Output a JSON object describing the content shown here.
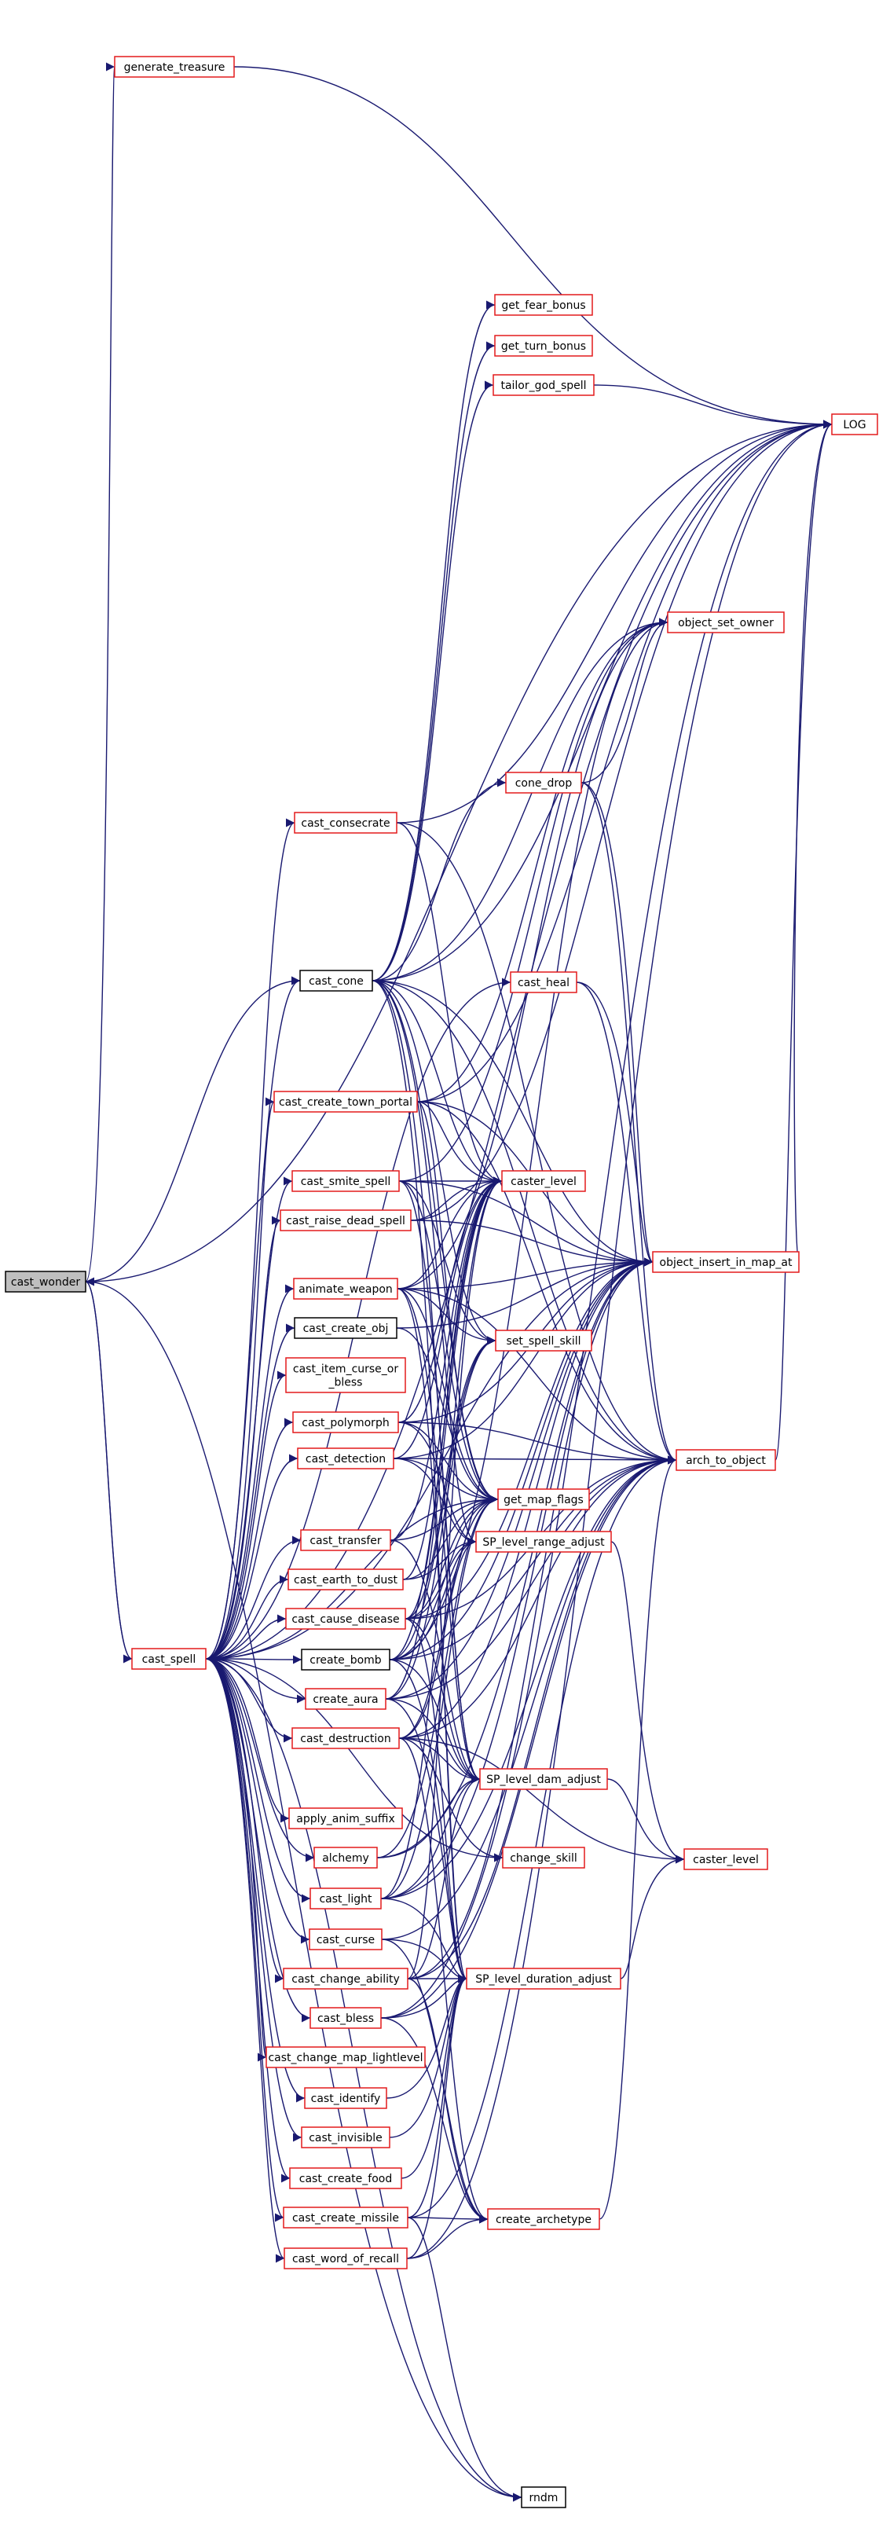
{
  "graph": {
    "root": "n_cast_wonder",
    "nodes": [
      {
        "id": "n_cast_wonder",
        "label": "cast_wonder",
        "style": "gray"
      },
      {
        "id": "n_generate_treasure",
        "label": "generate_treasure",
        "style": "red"
      },
      {
        "id": "n_LOG",
        "label": "LOG",
        "style": "red"
      },
      {
        "id": "n_cast_spell",
        "label": "cast_spell",
        "style": "red"
      },
      {
        "id": "n_cast_cone",
        "label": "cast_cone",
        "style": "black"
      },
      {
        "id": "n_rndm",
        "label": "rndm",
        "style": "black"
      },
      {
        "id": "n_get_fear_bonus",
        "label": "get_fear_bonus",
        "style": "red"
      },
      {
        "id": "n_get_turn_bonus",
        "label": "get_turn_bonus",
        "style": "red"
      },
      {
        "id": "n_tailor_god_spell",
        "label": "tailor_god_spell",
        "style": "red"
      },
      {
        "id": "n_object_set_owner",
        "label": "object_set_owner",
        "style": "red"
      },
      {
        "id": "n_cone_drop",
        "label": "cone_drop",
        "style": "red"
      },
      {
        "id": "n_cast_consecrate",
        "label": "cast_consecrate",
        "style": "red"
      },
      {
        "id": "n_cast_heal",
        "label": "cast_heal",
        "style": "red"
      },
      {
        "id": "n_cast_create_town_portal",
        "label": "cast_create_town_portal",
        "style": "red"
      },
      {
        "id": "n_cast_smite_spell",
        "label": "cast_smite_spell",
        "style": "red"
      },
      {
        "id": "n_caster_level_1",
        "label": "caster_level",
        "style": "red"
      },
      {
        "id": "n_cast_raise_dead_spell",
        "label": "cast_raise_dead_spell",
        "style": "red"
      },
      {
        "id": "n_object_insert_in_map_at",
        "label": "object_insert_in_map_at",
        "style": "red"
      },
      {
        "id": "n_animate_weapon",
        "label": "animate_weapon",
        "style": "red"
      },
      {
        "id": "n_cast_create_obj",
        "label": "cast_create_obj",
        "style": "black"
      },
      {
        "id": "n_set_spell_skill",
        "label": "set_spell_skill",
        "style": "red"
      },
      {
        "id": "n_cast_item_curse_or_bless",
        "label": "cast_item_curse_or\n_bless",
        "style": "red"
      },
      {
        "id": "n_cast_polymorph",
        "label": "cast_polymorph",
        "style": "red"
      },
      {
        "id": "n_cast_detection",
        "label": "cast_detection",
        "style": "red"
      },
      {
        "id": "n_arch_to_object",
        "label": "arch_to_object",
        "style": "red"
      },
      {
        "id": "n_get_map_flags",
        "label": "get_map_flags",
        "style": "red"
      },
      {
        "id": "n_cast_transfer",
        "label": "cast_transfer",
        "style": "red"
      },
      {
        "id": "n_SP_level_range_adjust",
        "label": "SP_level_range_adjust",
        "style": "red"
      },
      {
        "id": "n_cast_earth_to_dust",
        "label": "cast_earth_to_dust",
        "style": "red"
      },
      {
        "id": "n_cast_cause_disease",
        "label": "cast_cause_disease",
        "style": "red"
      },
      {
        "id": "n_create_bomb",
        "label": "create_bomb",
        "style": "black"
      },
      {
        "id": "n_create_aura",
        "label": "create_aura",
        "style": "red"
      },
      {
        "id": "n_cast_destruction",
        "label": "cast_destruction",
        "style": "red"
      },
      {
        "id": "n_SP_level_dam_adjust",
        "label": "SP_level_dam_adjust",
        "style": "red"
      },
      {
        "id": "n_apply_anim_suffix",
        "label": "apply_anim_suffix",
        "style": "red"
      },
      {
        "id": "n_change_skill",
        "label": "change_skill",
        "style": "red"
      },
      {
        "id": "n_caster_level_2",
        "label": "caster_level",
        "style": "red"
      },
      {
        "id": "n_alchemy",
        "label": "alchemy",
        "style": "red"
      },
      {
        "id": "n_cast_light",
        "label": "cast_light",
        "style": "red"
      },
      {
        "id": "n_cast_curse",
        "label": "cast_curse",
        "style": "red"
      },
      {
        "id": "n_cast_change_ability",
        "label": "cast_change_ability",
        "style": "red"
      },
      {
        "id": "n_SP_level_duration_adjust",
        "label": "SP_level_duration_adjust",
        "style": "red"
      },
      {
        "id": "n_cast_bless",
        "label": "cast_bless",
        "style": "red"
      },
      {
        "id": "n_cast_change_map_lightlevel",
        "label": "cast_change_map_lightlevel",
        "style": "red"
      },
      {
        "id": "n_cast_identify",
        "label": "cast_identify",
        "style": "red"
      },
      {
        "id": "n_cast_invisible",
        "label": "cast_invisible",
        "style": "red"
      },
      {
        "id": "n_cast_create_food",
        "label": "cast_create_food",
        "style": "red"
      },
      {
        "id": "n_cast_create_missile",
        "label": "cast_create_missile",
        "style": "red"
      },
      {
        "id": "n_create_archetype",
        "label": "create_archetype",
        "style": "red"
      },
      {
        "id": "n_cast_word_of_recall",
        "label": "cast_word_of_recall",
        "style": "red"
      }
    ],
    "edges": [
      [
        "n_cast_wonder",
        "n_generate_treasure"
      ],
      [
        "n_cast_wonder",
        "n_LOG"
      ],
      [
        "n_cast_wonder",
        "n_cast_spell"
      ],
      [
        "n_cast_wonder",
        "n_cast_cone"
      ],
      [
        "n_cast_wonder",
        "n_rndm"
      ],
      [
        "n_generate_treasure",
        "n_LOG"
      ],
      [
        "n_cast_spell",
        "n_cast_wonder"
      ],
      [
        "n_cast_spell",
        "n_LOG"
      ],
      [
        "n_cast_spell",
        "n_rndm"
      ],
      [
        "n_cast_spell",
        "n_cast_consecrate"
      ],
      [
        "n_cast_spell",
        "n_cast_cone"
      ],
      [
        "n_cast_spell",
        "n_cast_heal"
      ],
      [
        "n_cast_spell",
        "n_cast_create_town_portal"
      ],
      [
        "n_cast_spell",
        "n_cast_smite_spell"
      ],
      [
        "n_cast_spell",
        "n_cast_raise_dead_spell"
      ],
      [
        "n_cast_spell",
        "n_animate_weapon"
      ],
      [
        "n_cast_spell",
        "n_cast_create_obj"
      ],
      [
        "n_cast_spell",
        "n_cast_item_curse_or_bless"
      ],
      [
        "n_cast_spell",
        "n_cast_polymorph"
      ],
      [
        "n_cast_spell",
        "n_cast_detection"
      ],
      [
        "n_cast_spell",
        "n_cast_transfer"
      ],
      [
        "n_cast_spell",
        "n_cast_earth_to_dust"
      ],
      [
        "n_cast_spell",
        "n_cast_cause_disease"
      ],
      [
        "n_cast_spell",
        "n_create_bomb"
      ],
      [
        "n_cast_spell",
        "n_create_aura"
      ],
      [
        "n_cast_spell",
        "n_cast_destruction"
      ],
      [
        "n_cast_spell",
        "n_apply_anim_suffix"
      ],
      [
        "n_cast_spell",
        "n_alchemy"
      ],
      [
        "n_cast_spell",
        "n_cast_light"
      ],
      [
        "n_cast_spell",
        "n_cast_curse"
      ],
      [
        "n_cast_spell",
        "n_cast_change_ability"
      ],
      [
        "n_cast_spell",
        "n_cast_bless"
      ],
      [
        "n_cast_spell",
        "n_cast_change_map_lightlevel"
      ],
      [
        "n_cast_spell",
        "n_cast_identify"
      ],
      [
        "n_cast_spell",
        "n_cast_invisible"
      ],
      [
        "n_cast_spell",
        "n_cast_create_food"
      ],
      [
        "n_cast_spell",
        "n_cast_create_missile"
      ],
      [
        "n_cast_spell",
        "n_cast_word_of_recall"
      ],
      [
        "n_cast_spell",
        "n_get_map_flags"
      ],
      [
        "n_cast_spell",
        "n_change_skill"
      ],
      [
        "n_cast_spell",
        "n_object_insert_in_map_at"
      ],
      [
        "n_cast_cone",
        "n_LOG"
      ],
      [
        "n_cast_cone",
        "n_get_fear_bonus"
      ],
      [
        "n_cast_cone",
        "n_get_turn_bonus"
      ],
      [
        "n_cast_cone",
        "n_tailor_god_spell"
      ],
      [
        "n_cast_cone",
        "n_object_set_owner"
      ],
      [
        "n_cast_cone",
        "n_cone_drop"
      ],
      [
        "n_cast_cone",
        "n_caster_level_1"
      ],
      [
        "n_cast_cone",
        "n_object_insert_in_map_at"
      ],
      [
        "n_cast_cone",
        "n_arch_to_object"
      ],
      [
        "n_cast_cone",
        "n_get_map_flags"
      ],
      [
        "n_cast_cone",
        "n_SP_level_range_adjust"
      ],
      [
        "n_cast_cone",
        "n_SP_level_dam_adjust"
      ],
      [
        "n_cast_cone",
        "n_SP_level_duration_adjust"
      ],
      [
        "n_cast_cone",
        "n_set_spell_skill"
      ],
      [
        "n_tailor_god_spell",
        "n_LOG"
      ],
      [
        "n_cone_drop",
        "n_object_set_owner"
      ],
      [
        "n_cone_drop",
        "n_object_insert_in_map_at"
      ],
      [
        "n_cone_drop",
        "n_arch_to_object"
      ],
      [
        "n_cast_consecrate",
        "n_LOG"
      ],
      [
        "n_cast_consecrate",
        "n_caster_level_1"
      ],
      [
        "n_cast_consecrate",
        "n_arch_to_object"
      ],
      [
        "n_cast_heal",
        "n_arch_to_object"
      ],
      [
        "n_cast_heal",
        "n_object_insert_in_map_at"
      ],
      [
        "n_cast_create_town_portal",
        "n_LOG"
      ],
      [
        "n_cast_create_town_portal",
        "n_object_set_owner"
      ],
      [
        "n_cast_create_town_portal",
        "n_caster_level_1"
      ],
      [
        "n_cast_create_town_portal",
        "n_object_insert_in_map_at"
      ],
      [
        "n_cast_create_town_portal",
        "n_arch_to_object"
      ],
      [
        "n_cast_create_town_portal",
        "n_get_map_flags"
      ],
      [
        "n_cast_smite_spell",
        "n_object_set_owner"
      ],
      [
        "n_cast_smite_spell",
        "n_caster_level_1"
      ],
      [
        "n_cast_smite_spell",
        "n_object_insert_in_map_at"
      ],
      [
        "n_cast_smite_spell",
        "n_set_spell_skill"
      ],
      [
        "n_cast_smite_spell",
        "n_SP_level_dam_adjust"
      ],
      [
        "n_cast_smite_spell",
        "n_get_map_flags"
      ],
      [
        "n_cast_raise_dead_spell",
        "n_caster_level_1"
      ],
      [
        "n_cast_raise_dead_spell",
        "n_object_insert_in_map_at"
      ],
      [
        "n_cast_raise_dead_spell",
        "n_LOG"
      ],
      [
        "n_animate_weapon",
        "n_object_set_owner"
      ],
      [
        "n_animate_weapon",
        "n_caster_level_1"
      ],
      [
        "n_animate_weapon",
        "n_object_insert_in_map_at"
      ],
      [
        "n_animate_weapon",
        "n_set_spell_skill"
      ],
      [
        "n_animate_weapon",
        "n_arch_to_object"
      ],
      [
        "n_animate_weapon",
        "n_get_map_flags"
      ],
      [
        "n_animate_weapon",
        "n_SP_level_dam_adjust"
      ],
      [
        "n_animate_weapon",
        "n_SP_level_duration_adjust"
      ],
      [
        "n_cast_create_obj",
        "n_object_insert_in_map_at"
      ],
      [
        "n_cast_create_obj",
        "n_get_map_flags"
      ],
      [
        "n_cast_polymorph",
        "n_caster_level_1"
      ],
      [
        "n_cast_polymorph",
        "n_object_insert_in_map_at"
      ],
      [
        "n_cast_polymorph",
        "n_arch_to_object"
      ],
      [
        "n_cast_polymorph",
        "n_get_map_flags"
      ],
      [
        "n_cast_polymorph",
        "n_SP_level_range_adjust"
      ],
      [
        "n_cast_detection",
        "n_caster_level_1"
      ],
      [
        "n_cast_detection",
        "n_object_insert_in_map_at"
      ],
      [
        "n_cast_detection",
        "n_arch_to_object"
      ],
      [
        "n_cast_detection",
        "n_get_map_flags"
      ],
      [
        "n_cast_detection",
        "n_SP_level_range_adjust"
      ],
      [
        "n_cast_transfer",
        "n_get_map_flags"
      ],
      [
        "n_cast_transfer",
        "n_caster_level_1"
      ],
      [
        "n_cast_transfer",
        "n_SP_level_dam_adjust"
      ],
      [
        "n_cast_earth_to_dust",
        "n_get_map_flags"
      ],
      [
        "n_cast_earth_to_dust",
        "n_SP_level_range_adjust"
      ],
      [
        "n_cast_earth_to_dust",
        "n_caster_level_1"
      ],
      [
        "n_cast_cause_disease",
        "n_get_map_flags"
      ],
      [
        "n_cast_cause_disease",
        "n_SP_level_range_adjust"
      ],
      [
        "n_cast_cause_disease",
        "n_SP_level_dam_adjust"
      ],
      [
        "n_cast_cause_disease",
        "n_SP_level_duration_adjust"
      ],
      [
        "n_cast_cause_disease",
        "n_caster_level_1"
      ],
      [
        "n_cast_cause_disease",
        "n_object_insert_in_map_at"
      ],
      [
        "n_cast_cause_disease",
        "n_arch_to_object"
      ],
      [
        "n_cast_cause_disease",
        "n_set_spell_skill"
      ],
      [
        "n_create_bomb",
        "n_object_set_owner"
      ],
      [
        "n_create_bomb",
        "n_object_insert_in_map_at"
      ],
      [
        "n_create_bomb",
        "n_arch_to_object"
      ],
      [
        "n_create_bomb",
        "n_get_map_flags"
      ],
      [
        "n_create_bomb",
        "n_SP_level_range_adjust"
      ],
      [
        "n_create_bomb",
        "n_SP_level_dam_adjust"
      ],
      [
        "n_create_bomb",
        "n_SP_level_duration_adjust"
      ],
      [
        "n_create_bomb",
        "n_caster_level_1"
      ],
      [
        "n_create_bomb",
        "n_set_spell_skill"
      ],
      [
        "n_create_aura",
        "n_object_insert_in_map_at"
      ],
      [
        "n_create_aura",
        "n_arch_to_object"
      ],
      [
        "n_create_aura",
        "n_SP_level_dam_adjust"
      ],
      [
        "n_create_aura",
        "n_SP_level_duration_adjust"
      ],
      [
        "n_create_aura",
        "n_caster_level_1"
      ],
      [
        "n_create_aura",
        "n_set_spell_skill"
      ],
      [
        "n_cast_destruction",
        "n_object_insert_in_map_at"
      ],
      [
        "n_cast_destruction",
        "n_arch_to_object"
      ],
      [
        "n_cast_destruction",
        "n_SP_level_range_adjust"
      ],
      [
        "n_cast_destruction",
        "n_SP_level_dam_adjust"
      ],
      [
        "n_cast_destruction",
        "n_change_skill"
      ],
      [
        "n_cast_destruction",
        "n_caster_level_2"
      ],
      [
        "n_cast_destruction",
        "n_create_archetype"
      ],
      [
        "n_cast_destruction",
        "n_get_map_flags"
      ],
      [
        "n_SP_level_range_adjust",
        "n_caster_level_2"
      ],
      [
        "n_SP_level_dam_adjust",
        "n_caster_level_2"
      ],
      [
        "n_SP_level_duration_adjust",
        "n_caster_level_2"
      ],
      [
        "n_alchemy",
        "n_get_map_flags"
      ],
      [
        "n_alchemy",
        "n_SP_level_dam_adjust"
      ],
      [
        "n_alchemy",
        "n_object_insert_in_map_at"
      ],
      [
        "n_cast_light",
        "n_object_insert_in_map_at"
      ],
      [
        "n_cast_light",
        "n_arch_to_object"
      ],
      [
        "n_cast_light",
        "n_get_map_flags"
      ],
      [
        "n_cast_light",
        "n_SP_level_dam_adjust"
      ],
      [
        "n_cast_light",
        "n_SP_level_duration_adjust"
      ],
      [
        "n_cast_light",
        "n_caster_level_1"
      ],
      [
        "n_cast_curse",
        "n_SP_level_duration_adjust"
      ],
      [
        "n_cast_curse",
        "n_create_archetype"
      ],
      [
        "n_cast_curse",
        "n_arch_to_object"
      ],
      [
        "n_cast_change_ability",
        "n_SP_level_duration_adjust"
      ],
      [
        "n_cast_change_ability",
        "n_create_archetype"
      ],
      [
        "n_cast_change_ability",
        "n_arch_to_object"
      ],
      [
        "n_cast_change_ability",
        "n_SP_level_dam_adjust"
      ],
      [
        "n_cast_change_ability",
        "n_object_insert_in_map_at"
      ],
      [
        "n_cast_change_ability",
        "n_caster_level_1"
      ],
      [
        "n_cast_bless",
        "n_SP_level_duration_adjust"
      ],
      [
        "n_cast_bless",
        "n_create_archetype"
      ],
      [
        "n_cast_bless",
        "n_arch_to_object"
      ],
      [
        "n_cast_bless",
        "n_LOG"
      ],
      [
        "n_cast_identify",
        "n_SP_level_duration_adjust"
      ],
      [
        "n_cast_invisible",
        "n_SP_level_duration_adjust"
      ],
      [
        "n_cast_create_food",
        "n_SP_level_duration_adjust"
      ],
      [
        "n_cast_create_missile",
        "n_create_archetype"
      ],
      [
        "n_cast_create_missile",
        "n_SP_level_duration_adjust"
      ],
      [
        "n_cast_create_missile",
        "n_rndm"
      ],
      [
        "n_cast_create_missile",
        "n_arch_to_object"
      ],
      [
        "n_cast_word_of_recall",
        "n_create_archetype"
      ],
      [
        "n_cast_word_of_recall",
        "n_SP_level_duration_adjust"
      ],
      [
        "n_cast_word_of_recall",
        "n_LOG"
      ],
      [
        "n_create_archetype",
        "n_arch_to_object"
      ],
      [
        "n_arch_to_object",
        "n_LOG"
      ],
      [
        "n_object_insert_in_map_at",
        "n_LOG"
      ]
    ]
  },
  "colors": {
    "edge": "#191970",
    "node_border_red": "#e31a1c",
    "node_border_black": "#000000",
    "root_fill": "#bfbfbf",
    "background": "#ffffff"
  }
}
